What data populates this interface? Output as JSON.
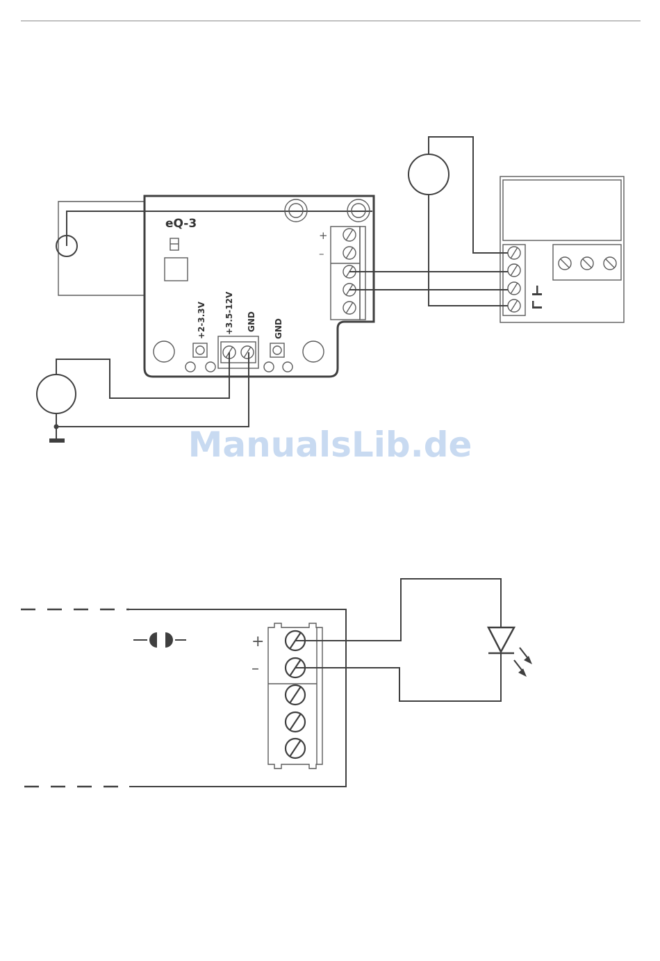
{
  "brand": "eQ-3",
  "labels": {
    "v_low": "+2-3.3V",
    "v_high": "+3.5-12V",
    "gnd1": "GND",
    "gnd2": "GND",
    "plus": "+",
    "minus": "–"
  },
  "watermark": "ManualsLib.de",
  "colors": {
    "line": "#3f3f3f",
    "watermark": "#c8daf1"
  }
}
